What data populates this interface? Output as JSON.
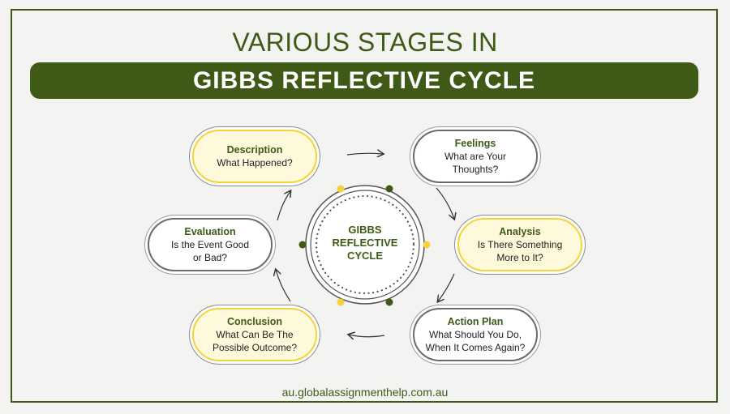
{
  "title": "VARIOUS STAGES IN",
  "banner": "GIBBS REFLECTIVE CYCLE",
  "center": {
    "line1": "GIBBS",
    "line2": "REFLECTIVE",
    "line3": "CYCLE"
  },
  "stages": [
    {
      "head": "Description",
      "body": "What Happened?"
    },
    {
      "head": "Feelings",
      "body1": "What are Your",
      "body2": "Thoughts?"
    },
    {
      "head": "Analysis",
      "body1": "Is There Something",
      "body2": "More to It?"
    },
    {
      "head": "Action Plan",
      "body1": "What Should You Do,",
      "body2": "When It Comes Again?"
    },
    {
      "head": "Conclusion",
      "body1": "What Can Be The",
      "body2": "Possible Outcome?"
    },
    {
      "head": "Evaluation",
      "body1": "Is the Event Good",
      "body2": "or Bad?"
    }
  ],
  "footer": "au.globalassignmenthelp.com.au",
  "colors": {
    "accent": "#3f5a17",
    "highlight": "#f2d43a"
  }
}
